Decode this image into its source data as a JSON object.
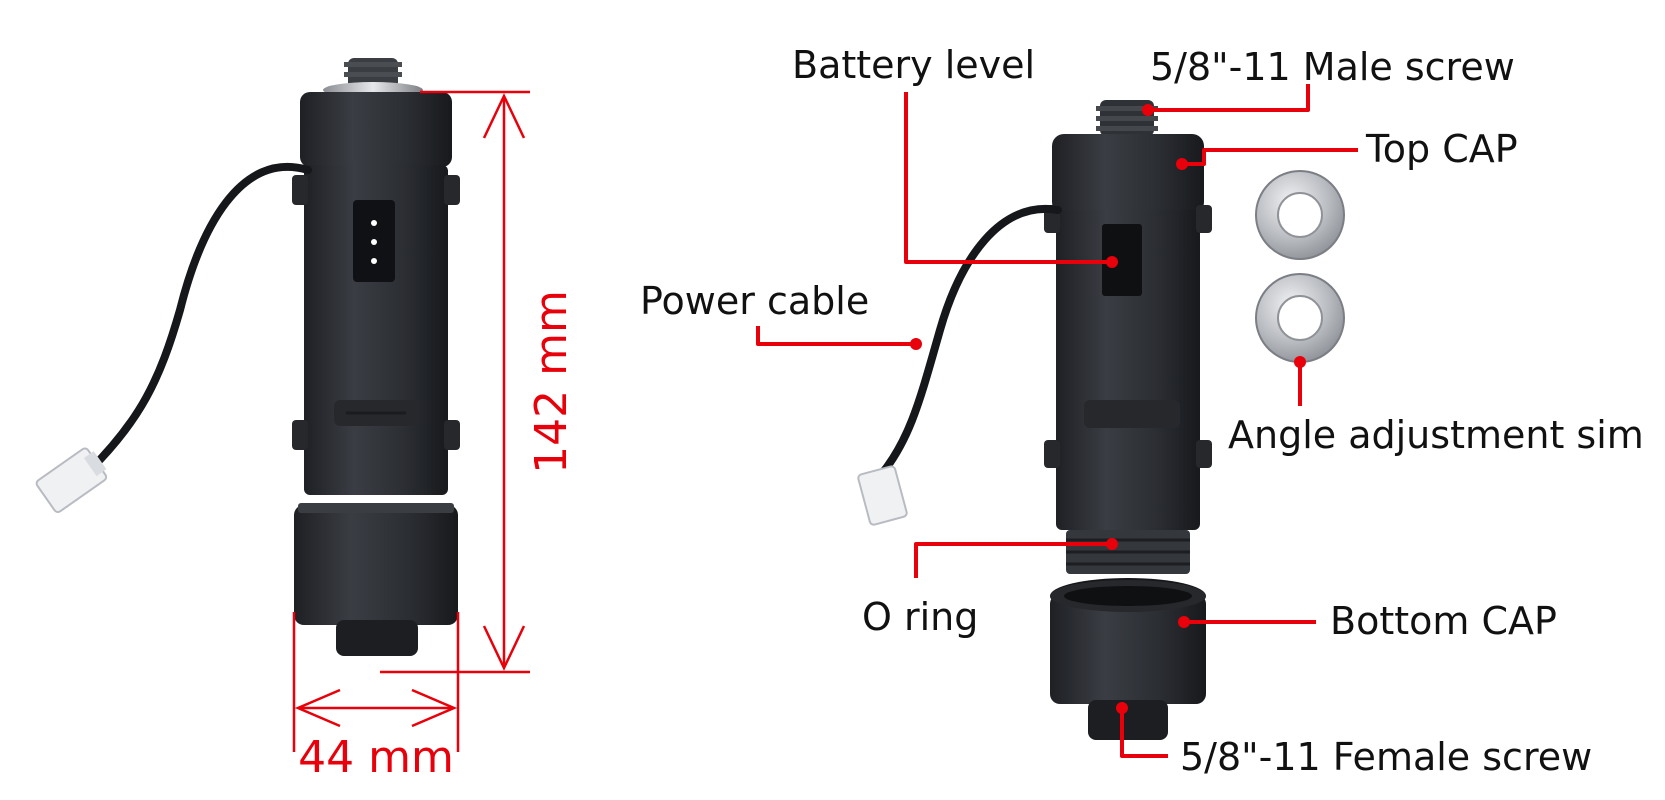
{
  "colors": {
    "annotation": "#e8000b",
    "device_body": "#2b2e33",
    "device_shadow": "#1c1e22",
    "label_text": "#111111",
    "background": "#ffffff"
  },
  "dimensions": {
    "height_label": "142 mm",
    "width_label": "44 mm"
  },
  "labels": {
    "battery_level": "Battery level",
    "male_screw": "5/8\"-11 Male screw",
    "top_cap": "Top CAP",
    "power_cable": "Power cable",
    "angle_shim": "Angle adjustment sim",
    "o_ring": "O ring",
    "bottom_cap": "Bottom CAP",
    "female_screw": "5/8\"-11 Female screw"
  },
  "icons": [
    "battery-led-icon",
    "connector-plug-icon",
    "washer-icon"
  ]
}
